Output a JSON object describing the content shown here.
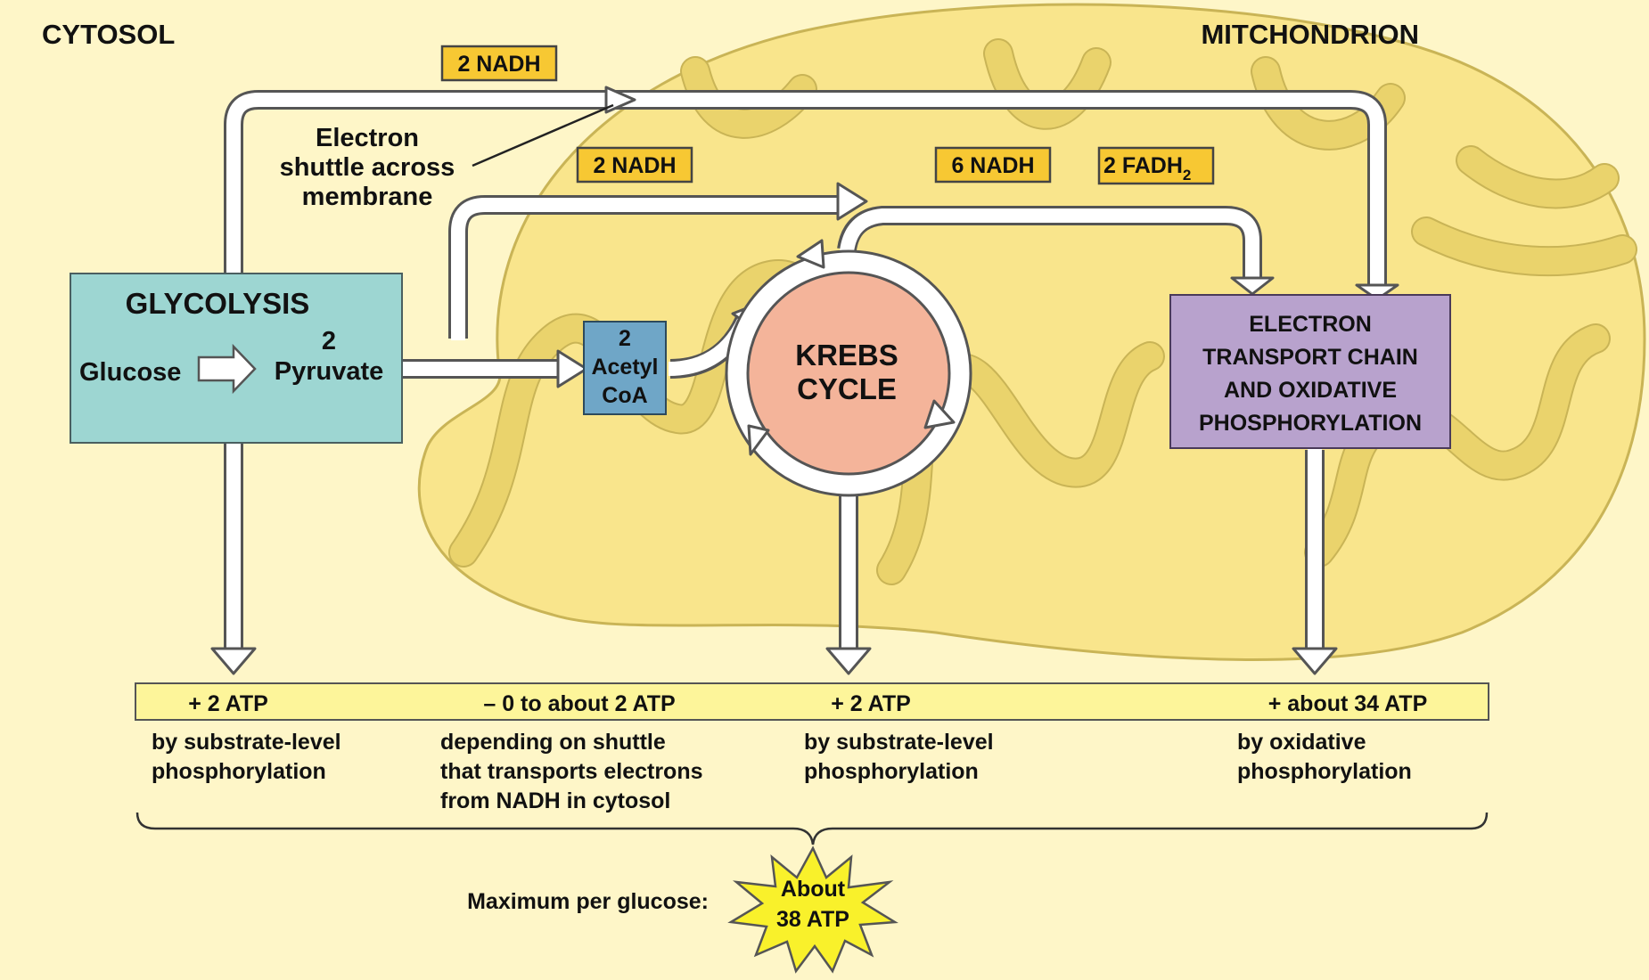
{
  "regions": {
    "cytosol": "CYTOSOL",
    "mitochondrion": "MITCHONDRION"
  },
  "badges": {
    "nadh_glycolysis": "2 NADH",
    "nadh_pyruvate": "2 NADH",
    "nadh_krebs": "6 NADH",
    "fadh2_krebs_main": "2 FADH",
    "fadh2_krebs_sub": "2"
  },
  "shuttle_label": [
    "Electron",
    "shuttle across",
    "membrane"
  ],
  "glycolysis": {
    "title": "GLYCOLYSIS",
    "glucose": "Glucose",
    "pyruvate_count": "2",
    "pyruvate": "Pyruvate"
  },
  "acetyl_coa": [
    "2",
    "Acetyl",
    "CoA"
  ],
  "krebs": [
    "KREBS",
    "CYCLE"
  ],
  "etc": [
    "ELECTRON",
    "TRANSPORT CHAIN",
    "AND OXIDATIVE",
    "PHOSPHORYLATION"
  ],
  "atp_yields": [
    "+ 2 ATP",
    "– 0 to about 2 ATP",
    "+ 2 ATP",
    "+ about 34 ATP"
  ],
  "atp_notes": {
    "glycolysis": [
      "by substrate-level",
      "phosphorylation"
    ],
    "shuttle": [
      "depending on shuttle",
      "that transports electrons",
      "from NADH in cytosol"
    ],
    "krebs": [
      "by substrate-level",
      "phosphorylation"
    ],
    "oxidative": [
      "by oxidative",
      "phosphorylation"
    ]
  },
  "total": {
    "label": "Maximum per glucose:",
    "burst": [
      "About",
      "38 ATP"
    ]
  },
  "colors": {
    "background": "#fef6c8",
    "mitochondrion": "#f9e58c",
    "glycolysis_box": "#9dd6d2",
    "acetyl_box": "#6fa6c7",
    "krebs_circle": "#f4b49a",
    "etc_box": "#b8a2cd",
    "badge": "#f7c833",
    "atp_bar": "#fdf59a",
    "burst": "#f9f12b"
  }
}
